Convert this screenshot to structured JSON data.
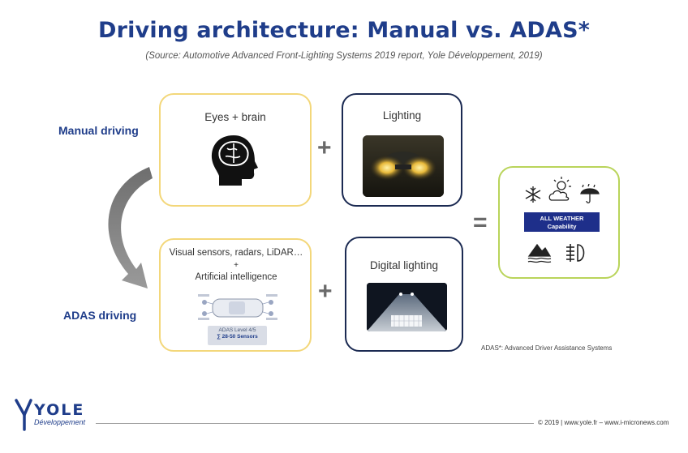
{
  "header": {
    "title": "Driving architecture: Manual vs. ADAS*",
    "subtitle": "(Source: Automotive Advanced Front-Lighting Systems 2019 report, Yole Développement, 2019)"
  },
  "rows": {
    "manual_label": "Manual driving",
    "adas_label": "ADAS driving"
  },
  "boxes": {
    "eyes_brain": "Eyes + brain",
    "lighting": "Lighting",
    "sensors_line1": "Visual sensors, radars, LiDAR…",
    "sensors_plus": "+",
    "sensors_line2": "Artificial intelligence",
    "adas_level": "ADAS Level 4/5",
    "sensor_count": "∑ 28-50 Sensors",
    "digital_lighting": "Digital lighting"
  },
  "operators": {
    "plus": "+",
    "equals": "="
  },
  "result": {
    "banner_line1": "ALL WEATHER",
    "banner_line2": "Capability",
    "icons": [
      "snowflake-icon",
      "sun-cloud-icon",
      "umbrella-rain-icon",
      "mountain-fog-icon",
      "fog-light-icon"
    ]
  },
  "footnote": "ADAS*: Advanced Driver Assistance Systems",
  "footer": {
    "logo": "YOLE",
    "logo_sub": "Développement",
    "copyright": "© 2019 | www.yole.fr – www.i-micronews.com"
  },
  "colors": {
    "navy": "#1f3d8a",
    "yellow_border": "#f3d77a",
    "green_border": "#b9d45a",
    "dark_border": "#1b2a52"
  }
}
